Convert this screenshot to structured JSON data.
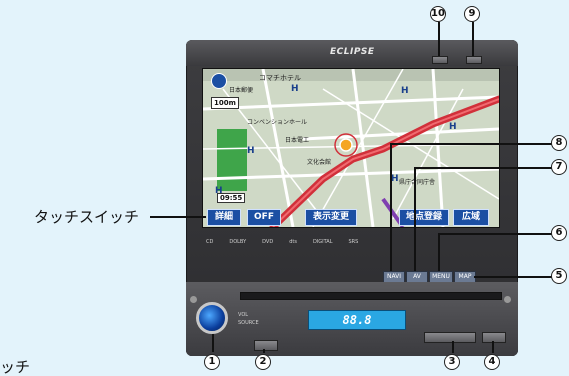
{
  "device": {
    "brand": "ECLIPSE"
  },
  "callouts": {
    "c1": "1",
    "c2": "2",
    "c3": "3",
    "c4": "4",
    "c5": "5",
    "c6": "6",
    "c7": "7",
    "c8": "8",
    "c9": "9",
    "c10": "10"
  },
  "labels": {
    "touch_switch": "タッチスイッチ",
    "bottom_text": "ッチ"
  },
  "map": {
    "scale": "100m",
    "clock": "09:55",
    "landmarks": [
      "コマチホテル",
      "日本郵便",
      "コンベンションホール",
      "日本電工",
      "文化会館",
      "県庁合同庁舎"
    ],
    "buttons": {
      "detail": "詳細",
      "off": "OFF",
      "display_change": "表示変更",
      "register": "地点登録",
      "wide": "広域"
    }
  },
  "panel": {
    "small_buttons": {
      "nav": "NAVI",
      "av": "AV",
      "menu": "MENU",
      "map": "MAP"
    },
    "lcd": "88.8",
    "vol_label": "VOL",
    "source_label": "SOURCE",
    "logos": [
      "CD",
      "DOLBY",
      "DVD",
      "dts",
      "DIGITAL",
      "SRS"
    ]
  },
  "colors": {
    "background": "#e3f3fb",
    "lcd": "#2aa7e3",
    "map_button": "#1b4fa3",
    "route": "#d1303a"
  }
}
